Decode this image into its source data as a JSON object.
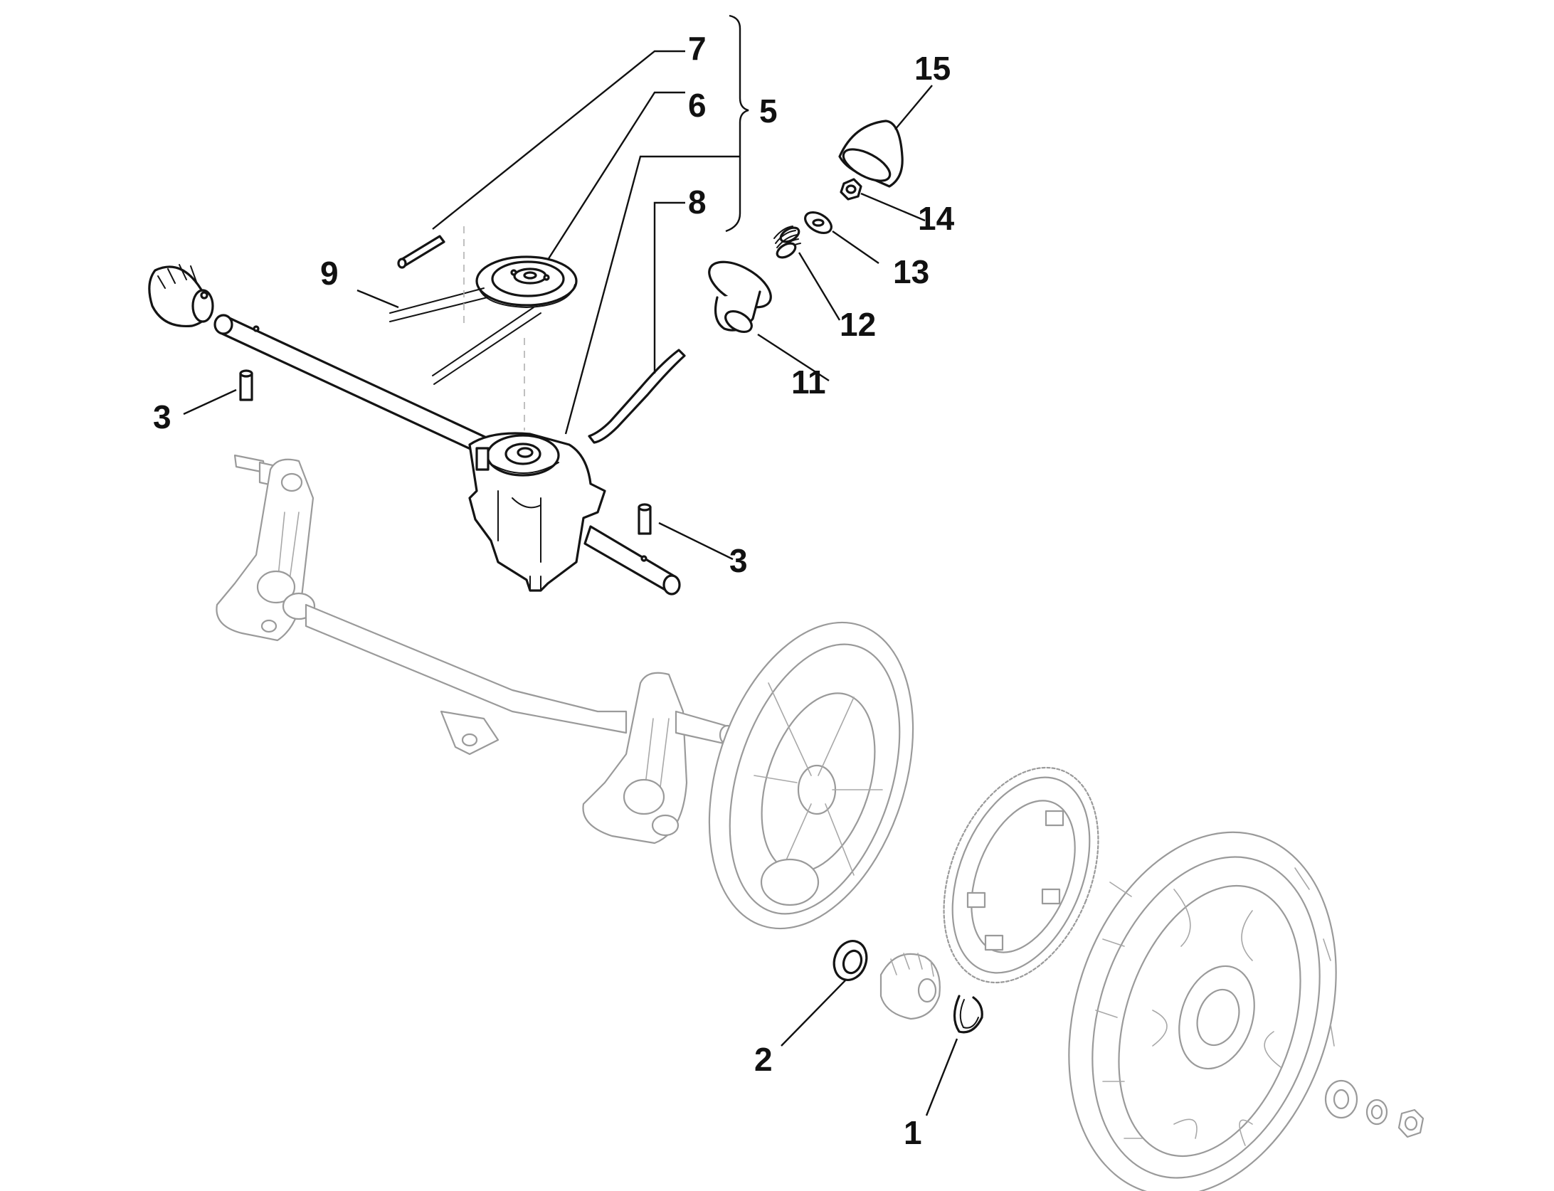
{
  "callouts": {
    "c1": "1",
    "c2": "2",
    "c3a": "3",
    "c3b": "3",
    "c5": "5",
    "c6": "6",
    "c7": "7",
    "c8": "8",
    "c9": "9",
    "c11": "11",
    "c12": "12",
    "c13": "13",
    "c14": "14",
    "c15": "15"
  },
  "colors": {
    "ink": "#111111",
    "ghost_parts": "#9a9a9a",
    "background": "#ffffff"
  }
}
